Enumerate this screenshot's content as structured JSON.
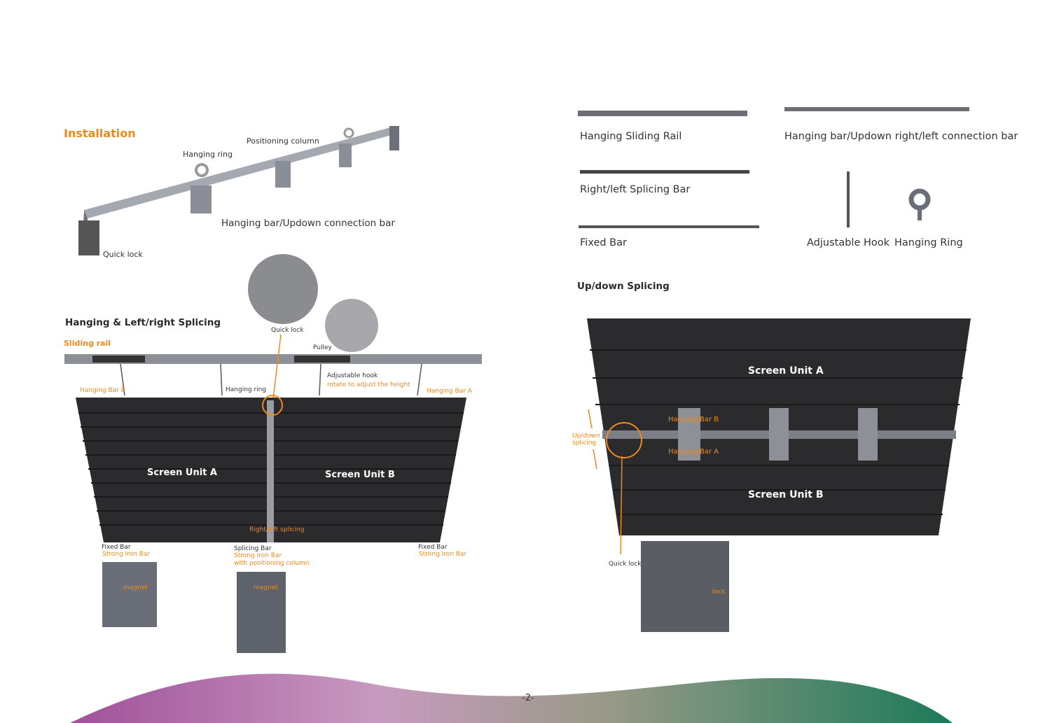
{
  "installation": {
    "title": "Installation",
    "labels": {
      "hanging_ring": "Hanging ring",
      "positioning_column": "Positioning column",
      "connection_bar": "Hanging bar/Updown connection bar",
      "quick_lock": "Quick lock"
    }
  },
  "hanging": {
    "title": "Hanging & Left/right Splicing",
    "sliding_rail": "Sliding rail",
    "quick_lock": "Quick lock",
    "pulley": "Pulley",
    "adjustable_hook": "Adjustable hook",
    "rotate_note": "rotate to adjust the height",
    "hanging_bar_b": "Hanging Bar B",
    "hanging_bar_a": "Hanging Bar A",
    "hanging_ring": "Hanging ring",
    "screen_a": "Screen Unit A",
    "screen_b": "Screen Unit B",
    "splicing": "Right/left splicing",
    "fixed_bar_left": {
      "name": "Fixed Bar",
      "sub": "Strong Iron Bar"
    },
    "splicing_bar": {
      "name": "Splicing Bar",
      "sub": "Strong Iron Bar",
      "sub2": "with positioning column"
    },
    "fixed_bar_right": {
      "name": "Fixed Bar",
      "sub": "Strong Iron Bar"
    },
    "magnet": "magnet"
  },
  "parts": {
    "sliding_rail": "Hanging Sliding Rail",
    "connection_bar": "Hanging bar/Updown right/left connection bar",
    "splicing_bar": "Right/left Splicing Bar",
    "fixed_bar": "Fixed Bar",
    "adjustable_hook": "Adjustable Hook",
    "hanging_ring": "Hanging Ring"
  },
  "updown": {
    "title": "Up/down Splicing",
    "screen_a": "Screen Unit A",
    "screen_b": "Screen Unit B",
    "hanging_bar_b": "Hanging Bar B",
    "hanging_bar_a": "Hanging Bar A",
    "updown_1": "Up/down",
    "updown_2": "splicing",
    "quick_lock": "Quick lock",
    "lock": "lock"
  },
  "page_number": "-2-",
  "colors": {
    "accent": "#ee8a1c",
    "panel": "#2b2b2d",
    "metal": "#7c7f86"
  }
}
